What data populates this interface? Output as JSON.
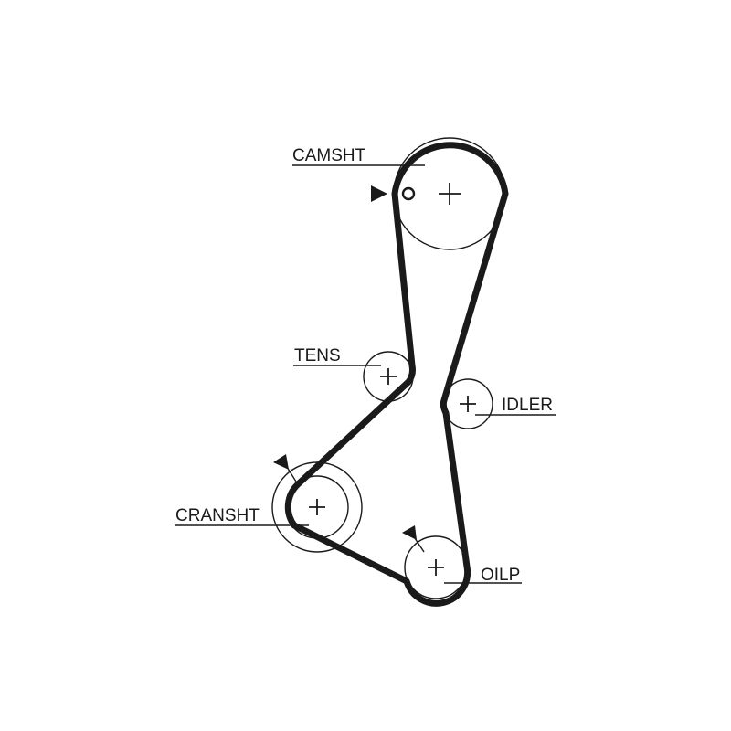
{
  "diagram": {
    "labels": {
      "camshaft": "CAMSHT",
      "tensioner": "TENS",
      "idler": "IDLER",
      "crankshaft": "CRANSHT",
      "oil_pump": "OILP"
    },
    "colors": {
      "line": "#1a1a1a",
      "background": "#ffffff"
    }
  }
}
